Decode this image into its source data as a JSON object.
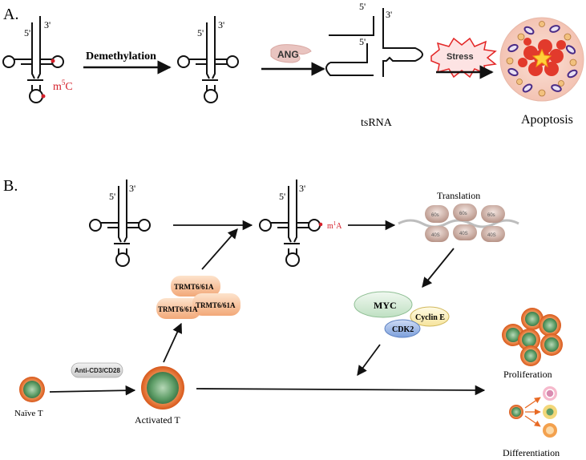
{
  "panelA": {
    "label": "A.",
    "trna1": {
      "five_prime": "5'",
      "three_prime": "3'",
      "mod_m": "m",
      "mod_sup": "5",
      "mod_c": "C"
    },
    "step1": "Demethylation",
    "trna2": {
      "five_prime": "5'",
      "three_prime": "3'"
    },
    "enzyme": "ANG",
    "tsrna": {
      "five_prime_top": "5'",
      "three_prime": "3'",
      "five_prime_low": "5'",
      "label": "tsRNA"
    },
    "stress": "Stress",
    "outcome": "Apoptosis"
  },
  "panelB": {
    "label": "B.",
    "trna1": {
      "five_prime": "5'",
      "three_prime": "3'"
    },
    "trna2": {
      "five_prime": "5'",
      "three_prime": "3'",
      "mod_m": "m",
      "mod_sup": "1",
      "mod_a": "A"
    },
    "translation": "Translation",
    "ribosomes": [
      {
        "top": "60s",
        "bottom": "40S"
      },
      {
        "top": "60s",
        "bottom": "40S"
      },
      {
        "top": "60s",
        "bottom": "40S"
      }
    ],
    "myc": "MYC",
    "cyclin": "Cyclin E",
    "cdk": "CDK2",
    "trmt": [
      "TRMT6/61A",
      "TRMT6/61A",
      "TRMT6/61A"
    ],
    "stimulus": "Anti-CD3/CD28",
    "naive": "Naïve T",
    "activated": "Activated T",
    "proliferation": "Proliferation",
    "differentiation": "Differentiation"
  },
  "colors": {
    "modification_red": "#d4202a",
    "ang_fill": "#e9c4c0",
    "trmt_fill": "#f6c9a6",
    "cell_orange": "#e86a25",
    "cell_green": "#5e9d67",
    "myc_fill": "#d9eedb",
    "cyclin_fill": "#fbf1c0",
    "cdk_fill": "#8cb0e4",
    "ribosome_fill": "#d8bdb4",
    "stress_red": "#e32626"
  }
}
